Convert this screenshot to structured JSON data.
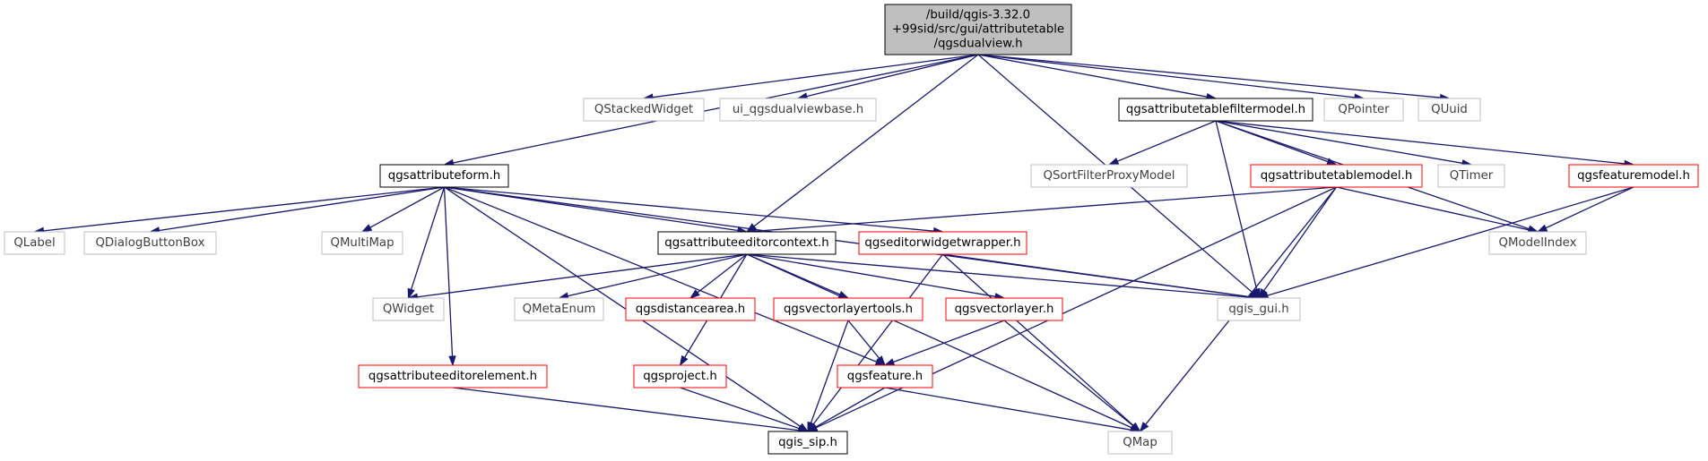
{
  "colors": {
    "edge": "#191970",
    "root_fill": "#bfbfbf",
    "gray_border": "#bfbfbf",
    "black_border": "#000000",
    "red_border": "#ff0000",
    "gray_text": "#404040"
  },
  "nodes": {
    "root": {
      "lines": [
        "/build/qgis-3.32.0",
        "+99sid/src/gui/attributetable",
        "/qgsdualview.h"
      ],
      "kind": "root"
    },
    "qstackedwidget": {
      "lines": [
        "QStackedWidget"
      ],
      "kind": "gray"
    },
    "ui_qgsdualviewbase": {
      "lines": [
        "ui_qgsdualviewbase.h"
      ],
      "kind": "gray"
    },
    "qgsattributetablefiltermodel": {
      "lines": [
        "qgsattributetablefiltermodel.h"
      ],
      "kind": "black"
    },
    "qpointer": {
      "lines": [
        "QPointer"
      ],
      "kind": "gray"
    },
    "quuid": {
      "lines": [
        "QUuid"
      ],
      "kind": "gray"
    },
    "qgsattributeform": {
      "lines": [
        "qgsattributeform.h"
      ],
      "kind": "black"
    },
    "qsortfilterproxymodel": {
      "lines": [
        "QSortFilterProxyModel"
      ],
      "kind": "gray"
    },
    "qgsattributetablemodel": {
      "lines": [
        "qgsattributetablemodel.h"
      ],
      "kind": "red"
    },
    "qtimer": {
      "lines": [
        "QTimer"
      ],
      "kind": "gray"
    },
    "qgsfeaturemodel": {
      "lines": [
        "qgsfeaturemodel.h"
      ],
      "kind": "red"
    },
    "qlabel": {
      "lines": [
        "QLabel"
      ],
      "kind": "gray"
    },
    "qdialogbuttonbox": {
      "lines": [
        "QDialogButtonBox"
      ],
      "kind": "gray"
    },
    "qmultimap": {
      "lines": [
        "QMultiMap"
      ],
      "kind": "gray"
    },
    "qgsattributeeditorcontext": {
      "lines": [
        "qgsattributeeditorcontext.h"
      ],
      "kind": "black"
    },
    "qgseditorwidgetwrapper": {
      "lines": [
        "qgseditorwidgetwrapper.h"
      ],
      "kind": "red"
    },
    "qmodelindex": {
      "lines": [
        "QModelIndex"
      ],
      "kind": "gray"
    },
    "qwidget": {
      "lines": [
        "QWidget"
      ],
      "kind": "gray"
    },
    "qmetaenum": {
      "lines": [
        "QMetaEnum"
      ],
      "kind": "gray"
    },
    "qgsdistancearea": {
      "lines": [
        "qgsdistancearea.h"
      ],
      "kind": "red"
    },
    "qgsvectorlayertools": {
      "lines": [
        "qgsvectorlayertools.h"
      ],
      "kind": "red"
    },
    "qgsvectorlayer": {
      "lines": [
        "qgsvectorlayer.h"
      ],
      "kind": "red"
    },
    "qgis_gui": {
      "lines": [
        "qgis_gui.h"
      ],
      "kind": "gray"
    },
    "qgsattributeeditorelement": {
      "lines": [
        "qgsattributeeditorelement.h"
      ],
      "kind": "red"
    },
    "qgsproject": {
      "lines": [
        "qgsproject.h"
      ],
      "kind": "red"
    },
    "qgsfeature": {
      "lines": [
        "qgsfeature.h"
      ],
      "kind": "red"
    },
    "qgis_sip": {
      "lines": [
        "qgis_sip.h"
      ],
      "kind": "black"
    },
    "qmap": {
      "lines": [
        "QMap"
      ],
      "kind": "gray"
    }
  },
  "edges": [
    [
      "root",
      "qstackedwidget"
    ],
    [
      "root",
      "ui_qgsdualviewbase"
    ],
    [
      "root",
      "qgsattributeform"
    ],
    [
      "root",
      "qgsattributeeditorcontext"
    ],
    [
      "root",
      "qgis_gui"
    ],
    [
      "root",
      "qgsattributetablefiltermodel"
    ],
    [
      "root",
      "qpointer"
    ],
    [
      "root",
      "quuid"
    ],
    [
      "qgsattributetablefiltermodel",
      "qsortfilterproxymodel"
    ],
    [
      "qgsattributetablefiltermodel",
      "qgsattributetablemodel"
    ],
    [
      "qgsattributetablefiltermodel",
      "qtimer"
    ],
    [
      "qgsattributetablefiltermodel",
      "qgsfeaturemodel"
    ],
    [
      "qgsattributetablefiltermodel",
      "qmodelindex"
    ],
    [
      "qgsattributetablefiltermodel",
      "qgis_gui"
    ],
    [
      "qgsattributetablemodel",
      "qgsattributeeditorcontext"
    ],
    [
      "qgsattributetablemodel",
      "qmodelindex"
    ],
    [
      "qgsattributetablemodel",
      "qgis_gui"
    ],
    [
      "qgsattributetablemodel",
      "qgis_sip"
    ],
    [
      "qgsattributetablemodel",
      "qmap"
    ],
    [
      "qgsfeaturemodel",
      "qmodelindex"
    ],
    [
      "qgsfeaturemodel",
      "qgis_gui"
    ],
    [
      "qgsattributeform",
      "qlabel"
    ],
    [
      "qgsattributeform",
      "qdialogbuttonbox"
    ],
    [
      "qgsattributeform",
      "qmultimap"
    ],
    [
      "qgsattributeform",
      "qwidget"
    ],
    [
      "qgsattributeform",
      "qgsattributeeditorcontext"
    ],
    [
      "qgsattributeform",
      "qgseditorwidgetwrapper"
    ],
    [
      "qgsattributeform",
      "qgis_gui"
    ],
    [
      "qgsattributeform",
      "qgsattributeeditorelement"
    ],
    [
      "qgsattributeform",
      "qgsfeature"
    ],
    [
      "qgsattributeform",
      "qgis_sip"
    ],
    [
      "qgsattributeeditorcontext",
      "qwidget"
    ],
    [
      "qgsattributeeditorcontext",
      "qmetaenum"
    ],
    [
      "qgsattributeeditorcontext",
      "qgsdistancearea"
    ],
    [
      "qgsattributeeditorcontext",
      "qgsvectorlayertools"
    ],
    [
      "qgsattributeeditorcontext",
      "qgsvectorlayer"
    ],
    [
      "qgsattributeeditorcontext",
      "qgis_gui"
    ],
    [
      "qgsattributeeditorcontext",
      "qgsproject"
    ],
    [
      "qgsattributeeditorcontext",
      "qmap"
    ],
    [
      "qgseditorwidgetwrapper",
      "qgis_gui"
    ],
    [
      "qgseditorwidgetwrapper",
      "qgis_sip"
    ],
    [
      "qgseditorwidgetwrapper",
      "qmap"
    ],
    [
      "qgsvectorlayertools",
      "qgsfeature"
    ],
    [
      "qgsvectorlayertools",
      "qgis_sip"
    ],
    [
      "qgsvectorlayer",
      "qgsfeature"
    ],
    [
      "qgsvectorlayer",
      "qmap"
    ],
    [
      "qgsattributeeditorelement",
      "qgis_sip"
    ],
    [
      "qgsproject",
      "qgis_sip"
    ],
    [
      "qgsfeature",
      "qgis_sip"
    ],
    [
      "qgsfeature",
      "qmap"
    ]
  ]
}
